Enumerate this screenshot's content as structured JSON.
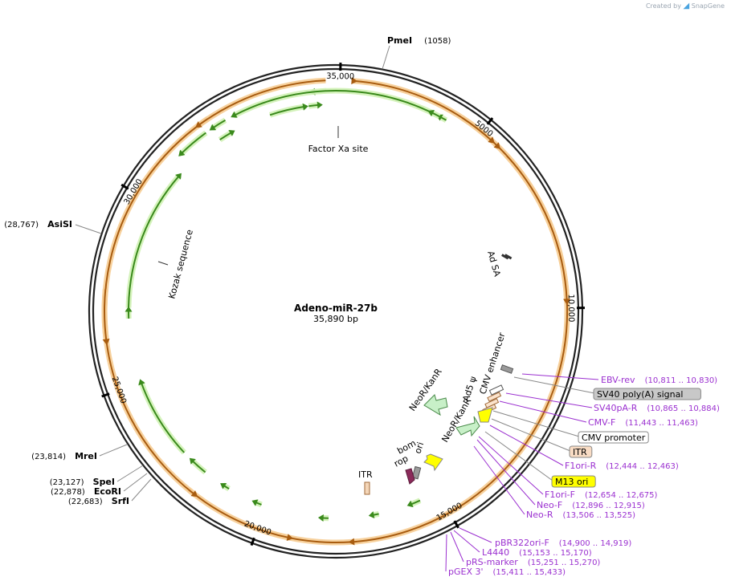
{
  "brand": {
    "created_by": "Created by",
    "app": "SnapGene"
  },
  "plasmid": {
    "name": "Adeno-miR-27b",
    "length": "35,890 bp"
  },
  "ticks": [
    {
      "label": "35,000",
      "angle": 361.1
    },
    {
      "label": "5000",
      "angle": 39.0
    },
    {
      "label": "10,000",
      "angle": 89.2
    },
    {
      "label": "15,000",
      "angle": 150.5
    },
    {
      "label": "20,000",
      "angle": 199.8
    },
    {
      "label": "25,000",
      "angle": 250.0
    },
    {
      "label": "30,000",
      "angle": 300.6
    }
  ],
  "enzymes": [
    {
      "name": "PmeI",
      "pos": "(1058)",
      "side": "right"
    },
    {
      "name": "AsiSI",
      "pos": "(28,767)",
      "side": "left"
    },
    {
      "name": "MreI",
      "pos": "(23,814)",
      "side": "left"
    },
    {
      "name": "SpeI",
      "pos": "(23,127)",
      "side": "left"
    },
    {
      "name": "EcoRI",
      "pos": "(22,878)",
      "side": "left"
    },
    {
      "name": "SrfI",
      "pos": "(22,683)",
      "side": "left"
    }
  ],
  "inner_labels": [
    {
      "text": "Factor Xa site"
    },
    {
      "text": "Ad SA"
    },
    {
      "text": "Kozak sequence"
    },
    {
      "text": "CMV enhancer"
    },
    {
      "text": "Ad5 ψ"
    },
    {
      "text": "NeoR/KanR"
    },
    {
      "text": "NeoR/KanR"
    },
    {
      "text": "bom"
    },
    {
      "text": "rop"
    },
    {
      "text": "ori"
    },
    {
      "text": "ITR"
    }
  ],
  "right_labels": [
    {
      "name": "EBV-rev",
      "pos": "(10,811 .. 10,830)",
      "kind": "primer"
    },
    {
      "name": "SV40 poly(A) signal",
      "pos": "",
      "kind": "box",
      "color": "#c8c8c8"
    },
    {
      "name": "SV40pA-R",
      "pos": "(10,865 .. 10,884)",
      "kind": "primer"
    },
    {
      "name": "CMV-F",
      "pos": "(11,443 .. 11,463)",
      "kind": "primer"
    },
    {
      "name": "CMV promoter",
      "pos": "",
      "kind": "box",
      "color": "#ffffff"
    },
    {
      "name": "ITR",
      "pos": "",
      "kind": "box",
      "color": "#f9dcc4"
    },
    {
      "name": "F1ori-R",
      "pos": "(12,444 .. 12,463)",
      "kind": "primer"
    },
    {
      "name": "M13 ori",
      "pos": "",
      "kind": "box",
      "color": "#ffff00"
    },
    {
      "name": "F1ori-F",
      "pos": "(12,654 .. 12,675)",
      "kind": "primer"
    },
    {
      "name": "Neo-F",
      "pos": "(12,896 .. 12,915)",
      "kind": "primer"
    },
    {
      "name": "Neo-R",
      "pos": "(13,506 .. 13,525)",
      "kind": "primer"
    },
    {
      "name": "pBR322ori-F",
      "pos": "(14,900 .. 14,919)",
      "kind": "primer"
    },
    {
      "name": "L4440",
      "pos": "(15,153 .. 15,170)",
      "kind": "primer"
    },
    {
      "name": "pRS-marker",
      "pos": "(15,251 .. 15,270)",
      "kind": "primer"
    },
    {
      "name": "pGEX 3'",
      "pos": "(15,411 .. 15,433)",
      "kind": "primer"
    }
  ],
  "colors": {
    "backbone": "#222222",
    "green_feature": "#3a8a1c",
    "green_glow": "#d3f2b8",
    "orange_feature": "#a85c10",
    "orange_glow": "#f7cf98",
    "primer": "#9b30d0"
  }
}
